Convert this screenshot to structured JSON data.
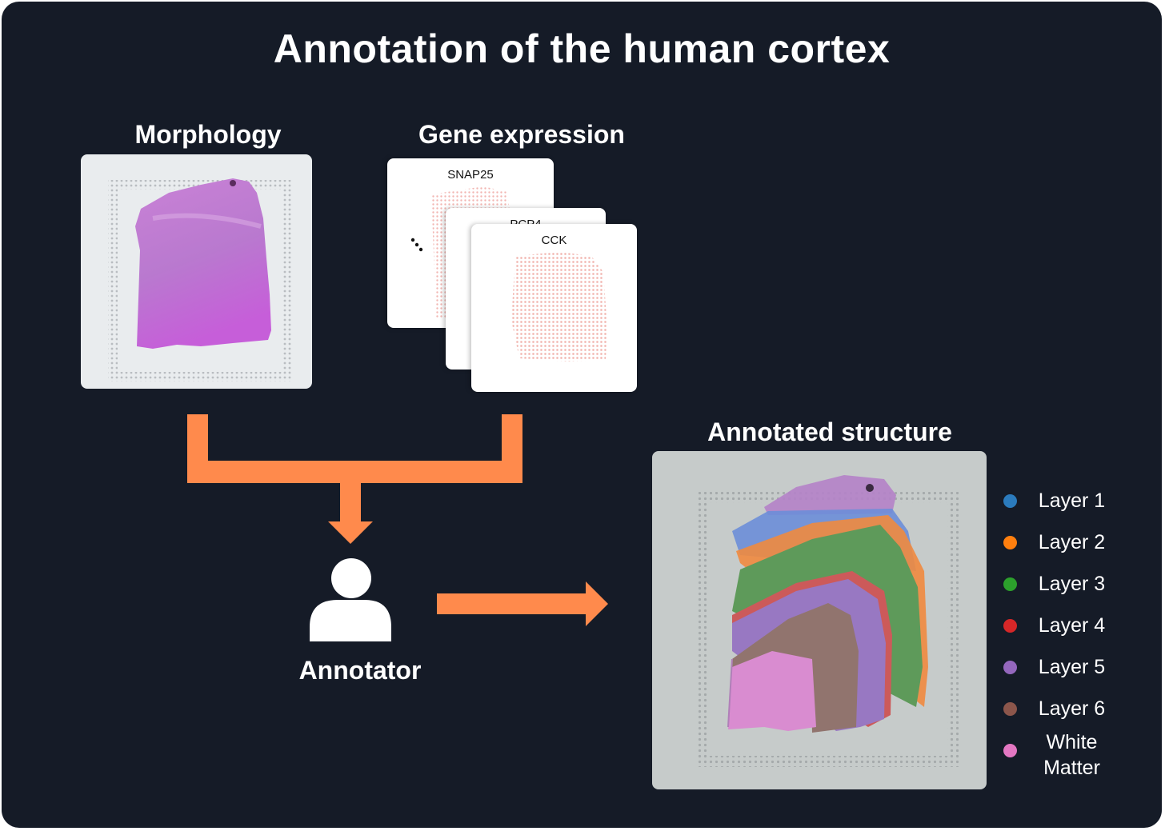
{
  "title": "Annotation of the human cortex",
  "headings": {
    "morphology": "Morphology",
    "gene_expression": "Gene expression",
    "annotated": "Annotated structure",
    "annotator": "Annotator"
  },
  "gene_cards": [
    "SNAP25",
    "PCP4",
    "CCK"
  ],
  "legend": [
    {
      "label": "Layer 1",
      "color": "#2b7bbd"
    },
    {
      "label": "Layer 2",
      "color": "#ff7f0e"
    },
    {
      "label": "Layer 3",
      "color": "#2ca02c"
    },
    {
      "label": "Layer 4",
      "color": "#d62728"
    },
    {
      "label": "Layer 5",
      "color": "#9467bd"
    },
    {
      "label": "Layer 6",
      "color": "#8c564b"
    },
    {
      "label": "White Matter",
      "color": "#e377c2"
    }
  ],
  "colors": {
    "background": "#151b27",
    "arrow": "#ff8a4c",
    "he_stain": "#c85fd6"
  },
  "icons": [
    "person-icon",
    "arrow-right-icon",
    "arrow-down-icon"
  ]
}
